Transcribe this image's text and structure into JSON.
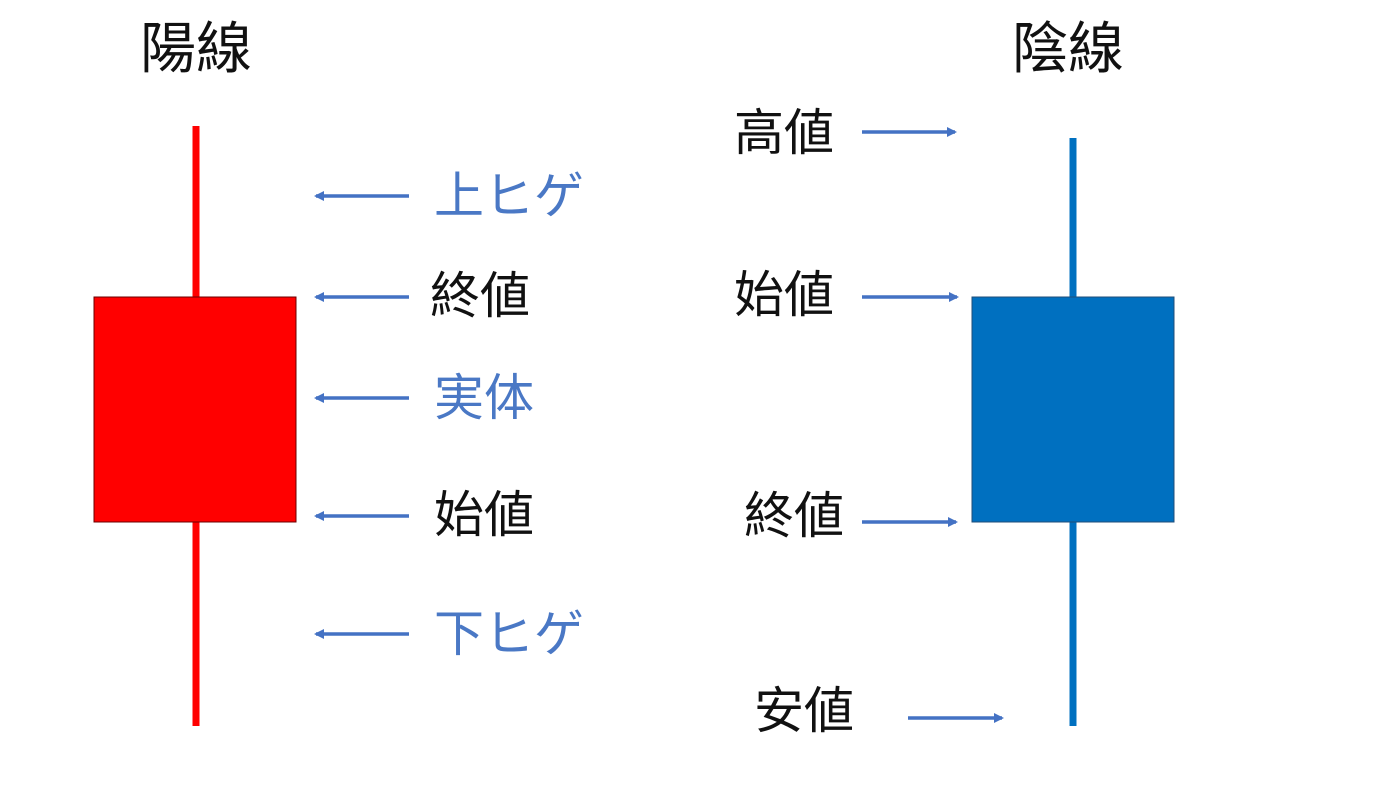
{
  "colors": {
    "bullish": "#ff0000",
    "bearish": "#0070c0",
    "arrow": "#4472c4",
    "part_label": "#4a78c5",
    "text": "#111111"
  },
  "bullish": {
    "title": "陽線",
    "labels": {
      "upper_shadow": "上ヒゲ",
      "close": "終値",
      "body": "実体",
      "open": "始値",
      "lower_shadow": "下ヒゲ"
    }
  },
  "bearish": {
    "title": "陰線",
    "labels": {
      "high": "高値",
      "open": "始値",
      "close": "終値",
      "low": "安値"
    }
  }
}
